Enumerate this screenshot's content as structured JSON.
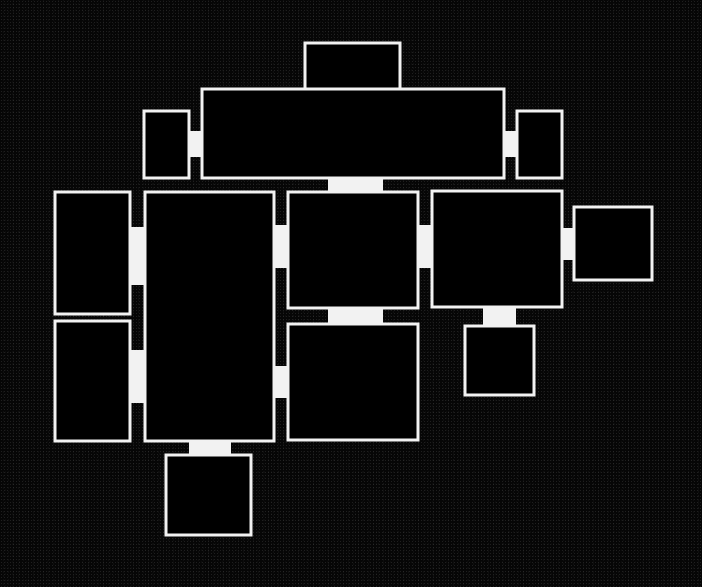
{
  "map": {
    "colors": {
      "background": "#060606",
      "room_fill": "#000000",
      "room_outline": "#f2f2f2",
      "hallway": "#f2f2f2"
    },
    "rooms_count_note": "",
    "rooms": [
      "room-1",
      "room-2",
      "room-3",
      "room-4",
      "room-5",
      "room-6",
      "room-7",
      "room-8",
      "room-9",
      "room-10",
      "room-11",
      "room-12",
      "room-13",
      "room-14",
      "room-15"
    ]
  }
}
